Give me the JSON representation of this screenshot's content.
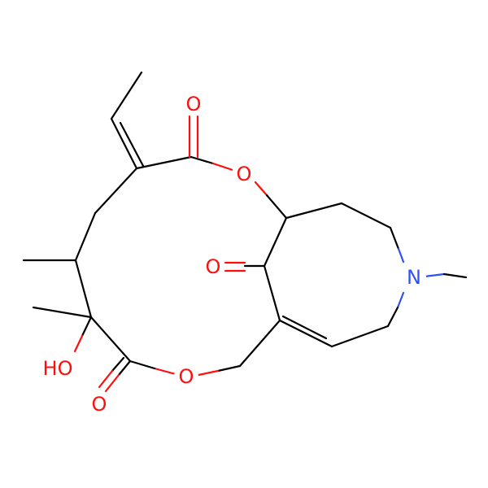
{
  "molecule": {
    "atoms": {
      "o_carbonyl_top": {
        "symbol": "O",
        "color": "#ff0d0d"
      },
      "o_ester_top": {
        "symbol": "O",
        "color": "#ff0d0d"
      },
      "o_ketone": {
        "symbol": "O",
        "color": "#ff0d0d"
      },
      "n_amine": {
        "symbol": "N",
        "color": "#3050f8"
      },
      "oh_hydroxyl": {
        "symbol": "HO",
        "color": "#ff0d0d"
      },
      "o_ester_bottom": {
        "symbol": "O",
        "color": "#ff0d0d"
      },
      "o_carbonyl_bottom": {
        "symbol": "O",
        "color": "#ff0d0d"
      }
    },
    "colors": {
      "carbon_bond": "#000000",
      "oxygen": "#ff0d0d",
      "nitrogen": "#3050f8",
      "background": "#ffffff"
    }
  }
}
